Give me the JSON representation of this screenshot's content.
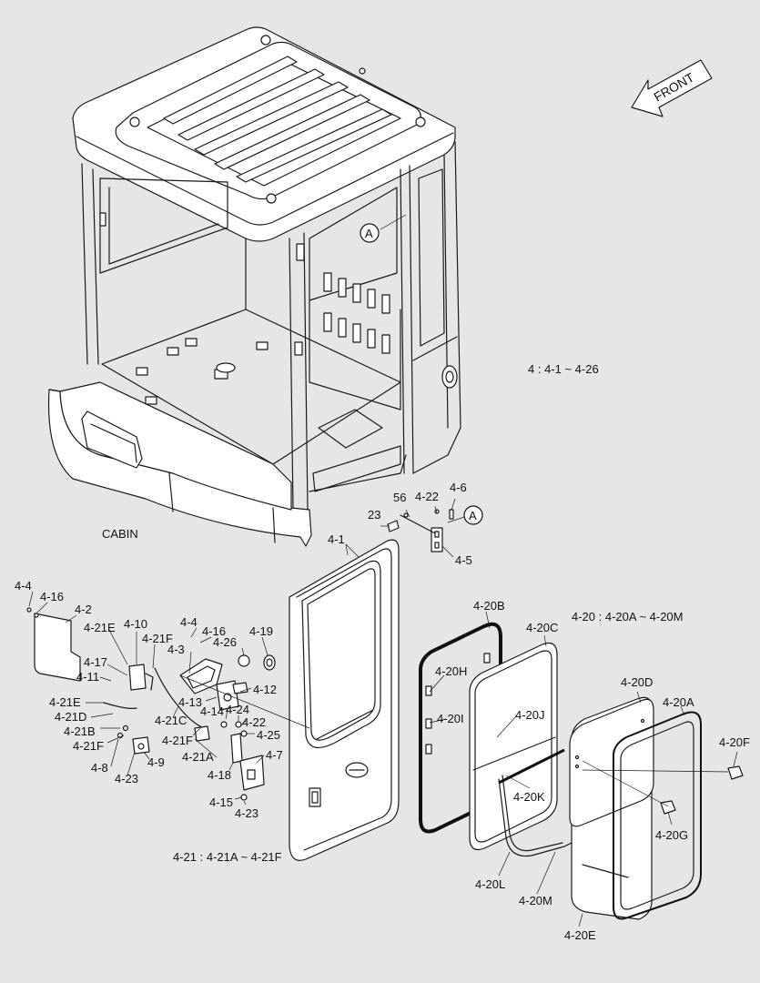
{
  "front_arrow": {
    "label": "FRONT"
  },
  "view_refs": {
    "cabin_ref": "A",
    "detail_ref": "A"
  },
  "captions": {
    "cabin": "CABIN",
    "group_4": "4 : 4-1 ~ 4-26",
    "group_4_20": "4-20 : 4-20A ~ 4-20M",
    "group_4_21": "4-21 : 4-21A ~ 4-21F"
  },
  "part_labels": [
    "56",
    "4-22",
    "4-6",
    "23",
    "4-5",
    "4-1",
    "4-4",
    "4-16",
    "4-2",
    "4-21E",
    "4-10",
    "4-21F",
    "4-17",
    "4-11",
    "4-21E",
    "4-21D",
    "4-21B",
    "4-21F",
    "4-8",
    "4-23",
    "4-9",
    "4-21C",
    "4-21F",
    "4-4",
    "4-16",
    "4-3",
    "4-26",
    "4-19",
    "4-12",
    "4-13",
    "4-14",
    "4-24",
    "4-22",
    "4-25",
    "4-21A",
    "4-18",
    "4-7",
    "4-15",
    "4-23",
    "4-20B",
    "4-20C",
    "4-20H",
    "4-20I",
    "4-20J",
    "4-20K",
    "4-20L",
    "4-20M",
    "4-20D",
    "4-20A",
    "4-20F",
    "4-20G",
    "4-20E"
  ]
}
